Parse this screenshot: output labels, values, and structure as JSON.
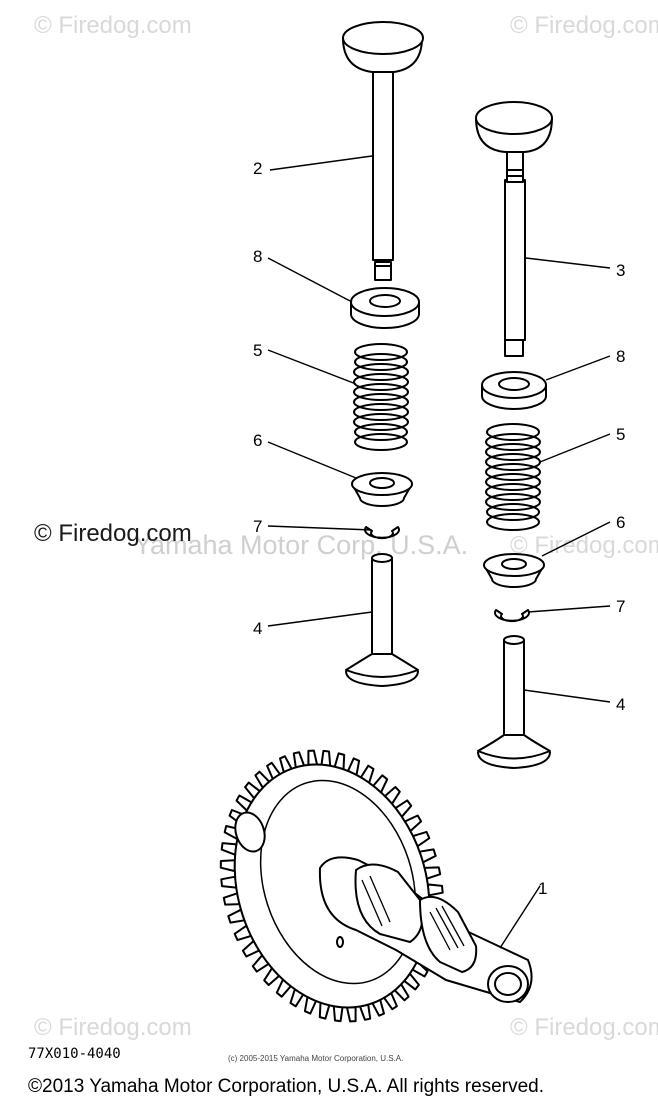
{
  "watermarks": {
    "brand": "© Firedog.com",
    "center": "Yamaha Motor Corp, U.S.A."
  },
  "callouts": {
    "c1": "1",
    "c2": "2",
    "c3": "3",
    "c4a": "4",
    "c4b": "4",
    "c5a": "5",
    "c5b": "5",
    "c6a": "6",
    "c6b": "6",
    "c7a": "7",
    "c7b": "7",
    "c8a": "8",
    "c8b": "8"
  },
  "diagram_code": "77X010-4040",
  "small_copyright": "(c) 2005-2015 Yamaha Motor Corporation, U.S.A.",
  "footer": "©2013 Yamaha Motor Corporation, U.S.A. All rights reserved."
}
